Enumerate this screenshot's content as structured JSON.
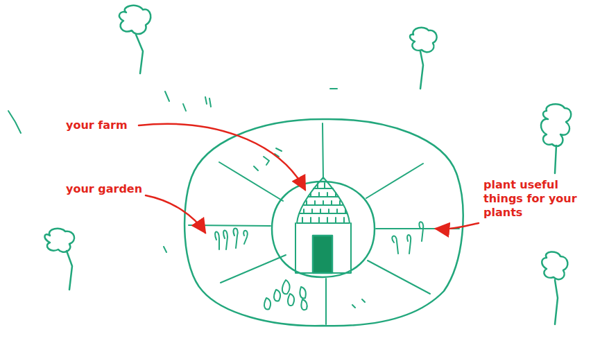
{
  "diagram": {
    "labels": [
      "your farm",
      "your garden",
      "plant useful things for your plants"
    ]
  }
}
